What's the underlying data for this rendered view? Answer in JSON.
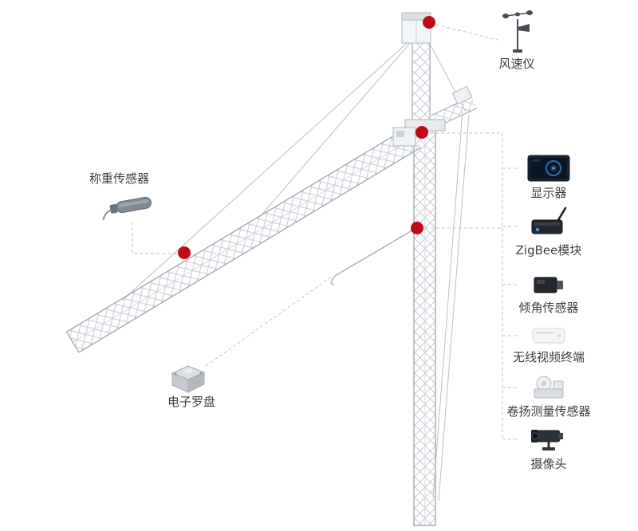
{
  "colors": {
    "accent": "#c00a18",
    "crane": "#b9c1c9",
    "connector": "#c4c4c4",
    "text": "#3f3f3f"
  },
  "callouts": {
    "anemometer": {
      "label": "风速仪"
    },
    "load_cell": {
      "label": "称重传感器"
    },
    "compass": {
      "label": "电子罗盘"
    }
  },
  "right_panel": {
    "items": [
      {
        "id": "display",
        "label": "显示器"
      },
      {
        "id": "zigbee",
        "label": "ZigBee模块"
      },
      {
        "id": "tilt_sensor",
        "label": "倾角传感器"
      },
      {
        "id": "wireless_video",
        "label": "无线视频终端"
      },
      {
        "id": "hoist_sensor",
        "label": "卷扬测量传感器"
      },
      {
        "id": "camera",
        "label": "摄像头"
      }
    ]
  }
}
